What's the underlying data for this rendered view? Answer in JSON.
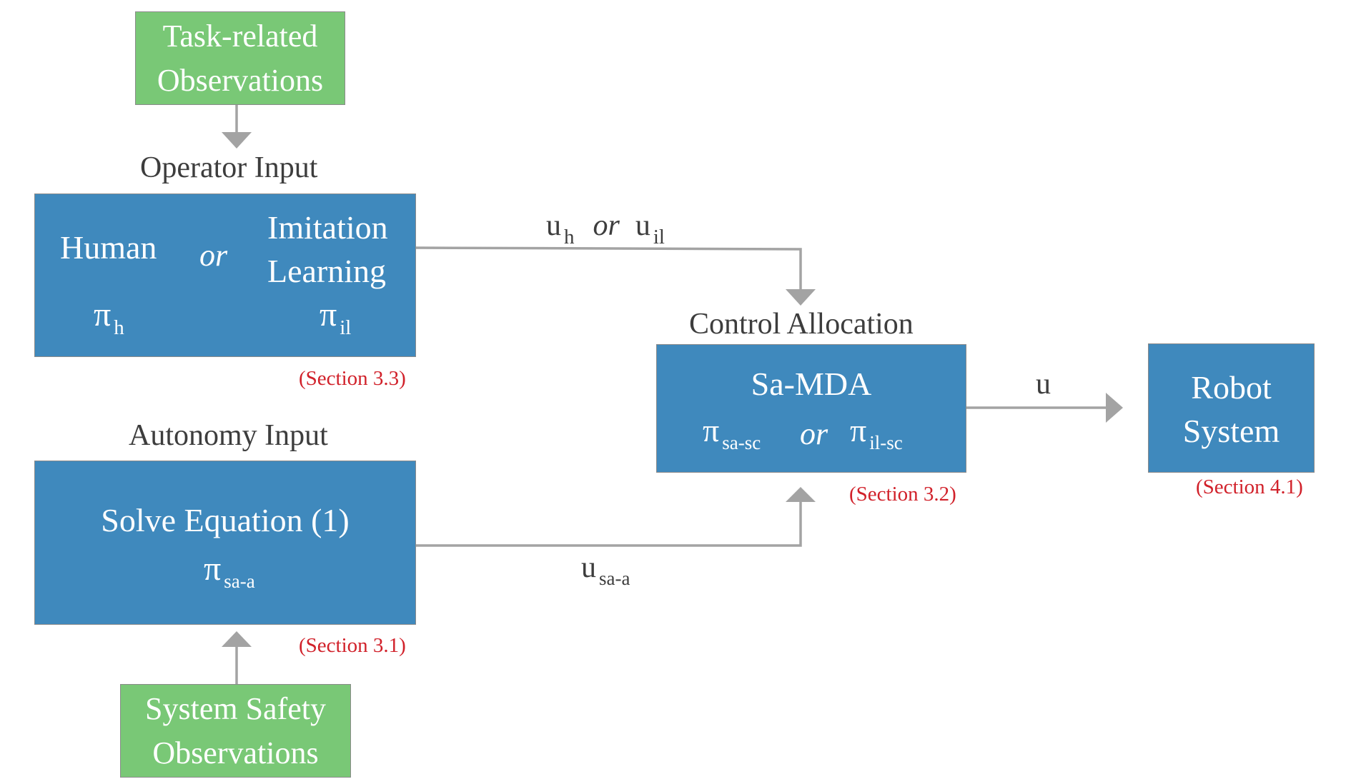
{
  "observations": {
    "task": [
      "Task-related",
      "Observations"
    ],
    "safety": [
      "System Safety",
      "Observations"
    ]
  },
  "operator": {
    "heading": "Operator Input",
    "human": "Human",
    "or": "or",
    "imitation": [
      "Imitation",
      "Learning"
    ],
    "pi_h": {
      "sym": "π",
      "sub": "h"
    },
    "pi_il": {
      "sym": "π",
      "sub": "il"
    },
    "section": "(Section 3.3)"
  },
  "autonomy": {
    "heading": "Autonomy Input",
    "solve": "Solve Equation (1)",
    "pi": {
      "sym": "π",
      "sub": "sa-a"
    },
    "section": "(Section 3.1)"
  },
  "allocation": {
    "heading": "Control Allocation",
    "title": "Sa-MDA",
    "pi_sc": {
      "sym": "π",
      "sub": "sa-sc"
    },
    "or": "or",
    "pi_ilsc": {
      "sym": "π",
      "sub": "il-sc"
    },
    "section": "(Section 3.2)"
  },
  "robot": {
    "title": [
      "Robot",
      "System"
    ],
    "section": "(Section 4.1)"
  },
  "edges": {
    "uh": {
      "sym": "u",
      "sub": "h"
    },
    "or": "or",
    "uil": {
      "sym": "u",
      "sub": "il"
    },
    "usa": {
      "sym": "u",
      "sub": "sa-a"
    },
    "u": "u"
  },
  "colors": {
    "box_blue": "#3f89bd",
    "box_green": "#79c876",
    "arrow_gray": "#a3a3a3",
    "section_red": "#d1212a",
    "text_dark": "#3d3d3d"
  }
}
